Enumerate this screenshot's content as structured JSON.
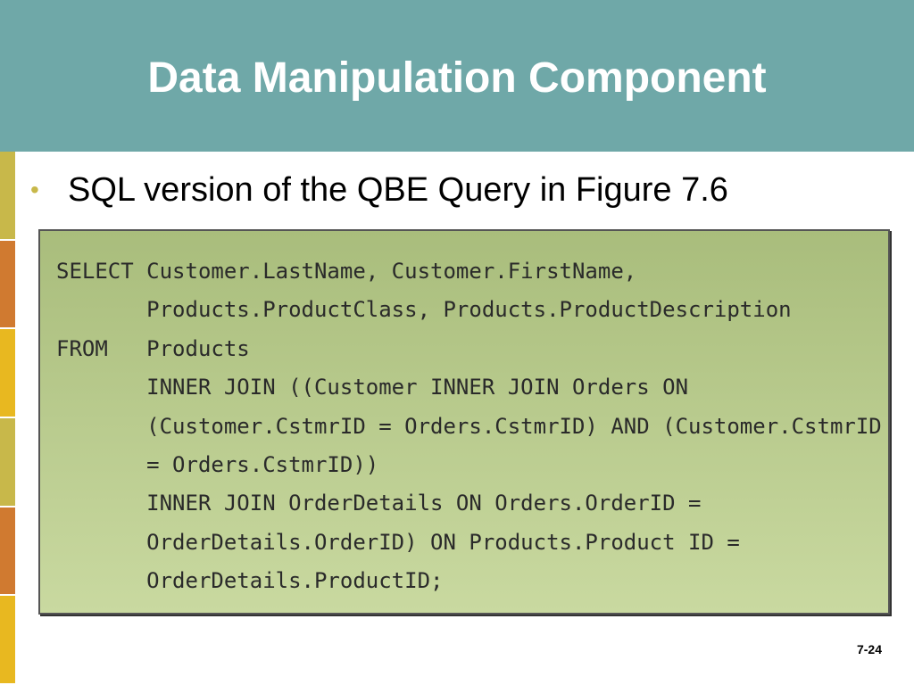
{
  "slide": {
    "title": "Data Manipulation Component",
    "bullet": "SQL version of the QBE Query in Figure 7.6",
    "page_number": "7-24"
  },
  "sql_lines": [
    "SELECT Customer.LastName, Customer.FirstName,",
    "       Products.ProductClass, Products.ProductDescription",
    "FROM   Products",
    "       INNER JOIN ((Customer INNER JOIN Orders ON",
    "       (Customer.CstmrID = Orders.CstmrID) AND (Customer.CstmrID",
    "       = Orders.CstmrID))",
    "       INNER JOIN OrderDetails ON Orders.OrderID =",
    "       OrderDetails.OrderID) ON Products.Product ID =",
    "       OrderDetails.ProductID;"
  ],
  "colors": {
    "title_bar": "#6fa8a8",
    "title_text": "#ffffff",
    "bullet": "#c8b84a",
    "code_box_top": "#a9bd7c",
    "code_box_bottom": "#c9d9a0"
  },
  "stripe_colors": [
    "#c8b84a",
    "#d07a30",
    "#e8b820",
    "#c8b84a",
    "#d07a30",
    "#e8b820"
  ]
}
